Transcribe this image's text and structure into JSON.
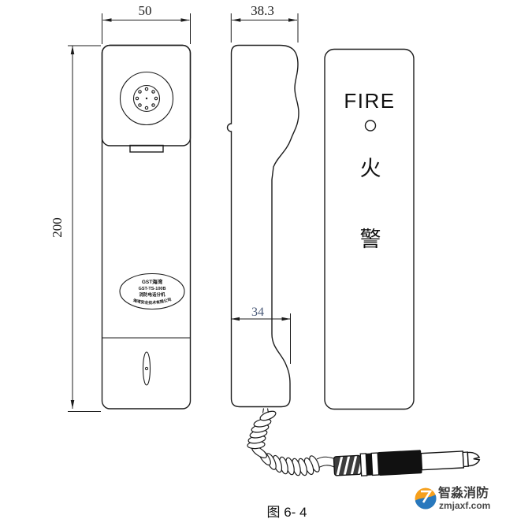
{
  "caption": "图 6- 4",
  "dims": {
    "front_width": "50",
    "front_height": "200",
    "side_top_width": "38.3",
    "mouthpiece_width": "34"
  },
  "panel": {
    "title": "FIRE",
    "char_fire": "火",
    "char_alarm": "警"
  },
  "front_label": {
    "logo": "GST海湾",
    "model": "GST-TS-100B",
    "product": "消防电话分机",
    "company": "海湾安全技术有限公司"
  },
  "watermark": {
    "brand": "智淼消防",
    "site": "zmjaxf.com",
    "orange": "#f6a01d",
    "blue": "#2878bd"
  },
  "colors": {
    "line": "#1c1c1c",
    "background": "#ffffff"
  }
}
